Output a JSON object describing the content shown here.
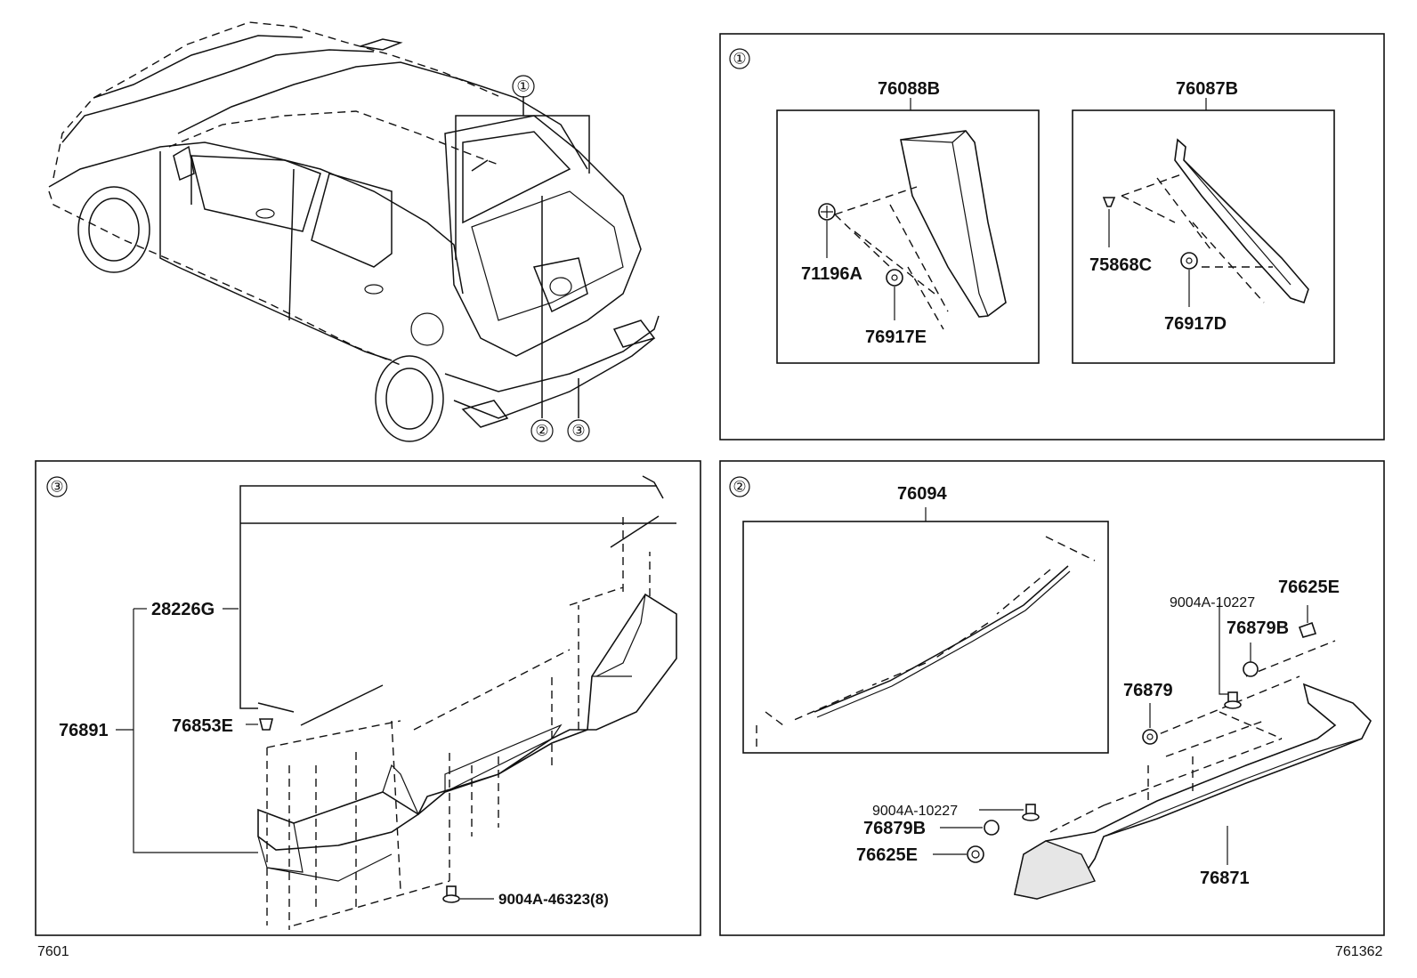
{
  "diagram": {
    "callouts": {
      "one": "①",
      "two": "②",
      "three": "③"
    },
    "panel_1": {
      "labels": {
        "p76088B": "76088B",
        "p76087B": "76087B",
        "p71196A": "71196A",
        "p76917E": "76917E",
        "p75868C": "75868C",
        "p76917D": "76917D"
      }
    },
    "panel_2": {
      "labels": {
        "p76094": "76094",
        "p9004A_10227_top": "9004A-10227",
        "p76625E_top": "76625E",
        "p76879B_top": "76879B",
        "p76879": "76879",
        "p9004A_10227_bottom": "9004A-10227",
        "p76879B_bottom": "76879B",
        "p76625E_bottom": "76625E",
        "p76871": "76871"
      }
    },
    "panel_3": {
      "labels": {
        "p28226G": "28226G",
        "p76891": "76891",
        "p76853E": "76853E",
        "p9004A_46323": "9004A-46323(8)"
      }
    },
    "footer": {
      "left_code": "7601",
      "right_code": "761362"
    }
  }
}
